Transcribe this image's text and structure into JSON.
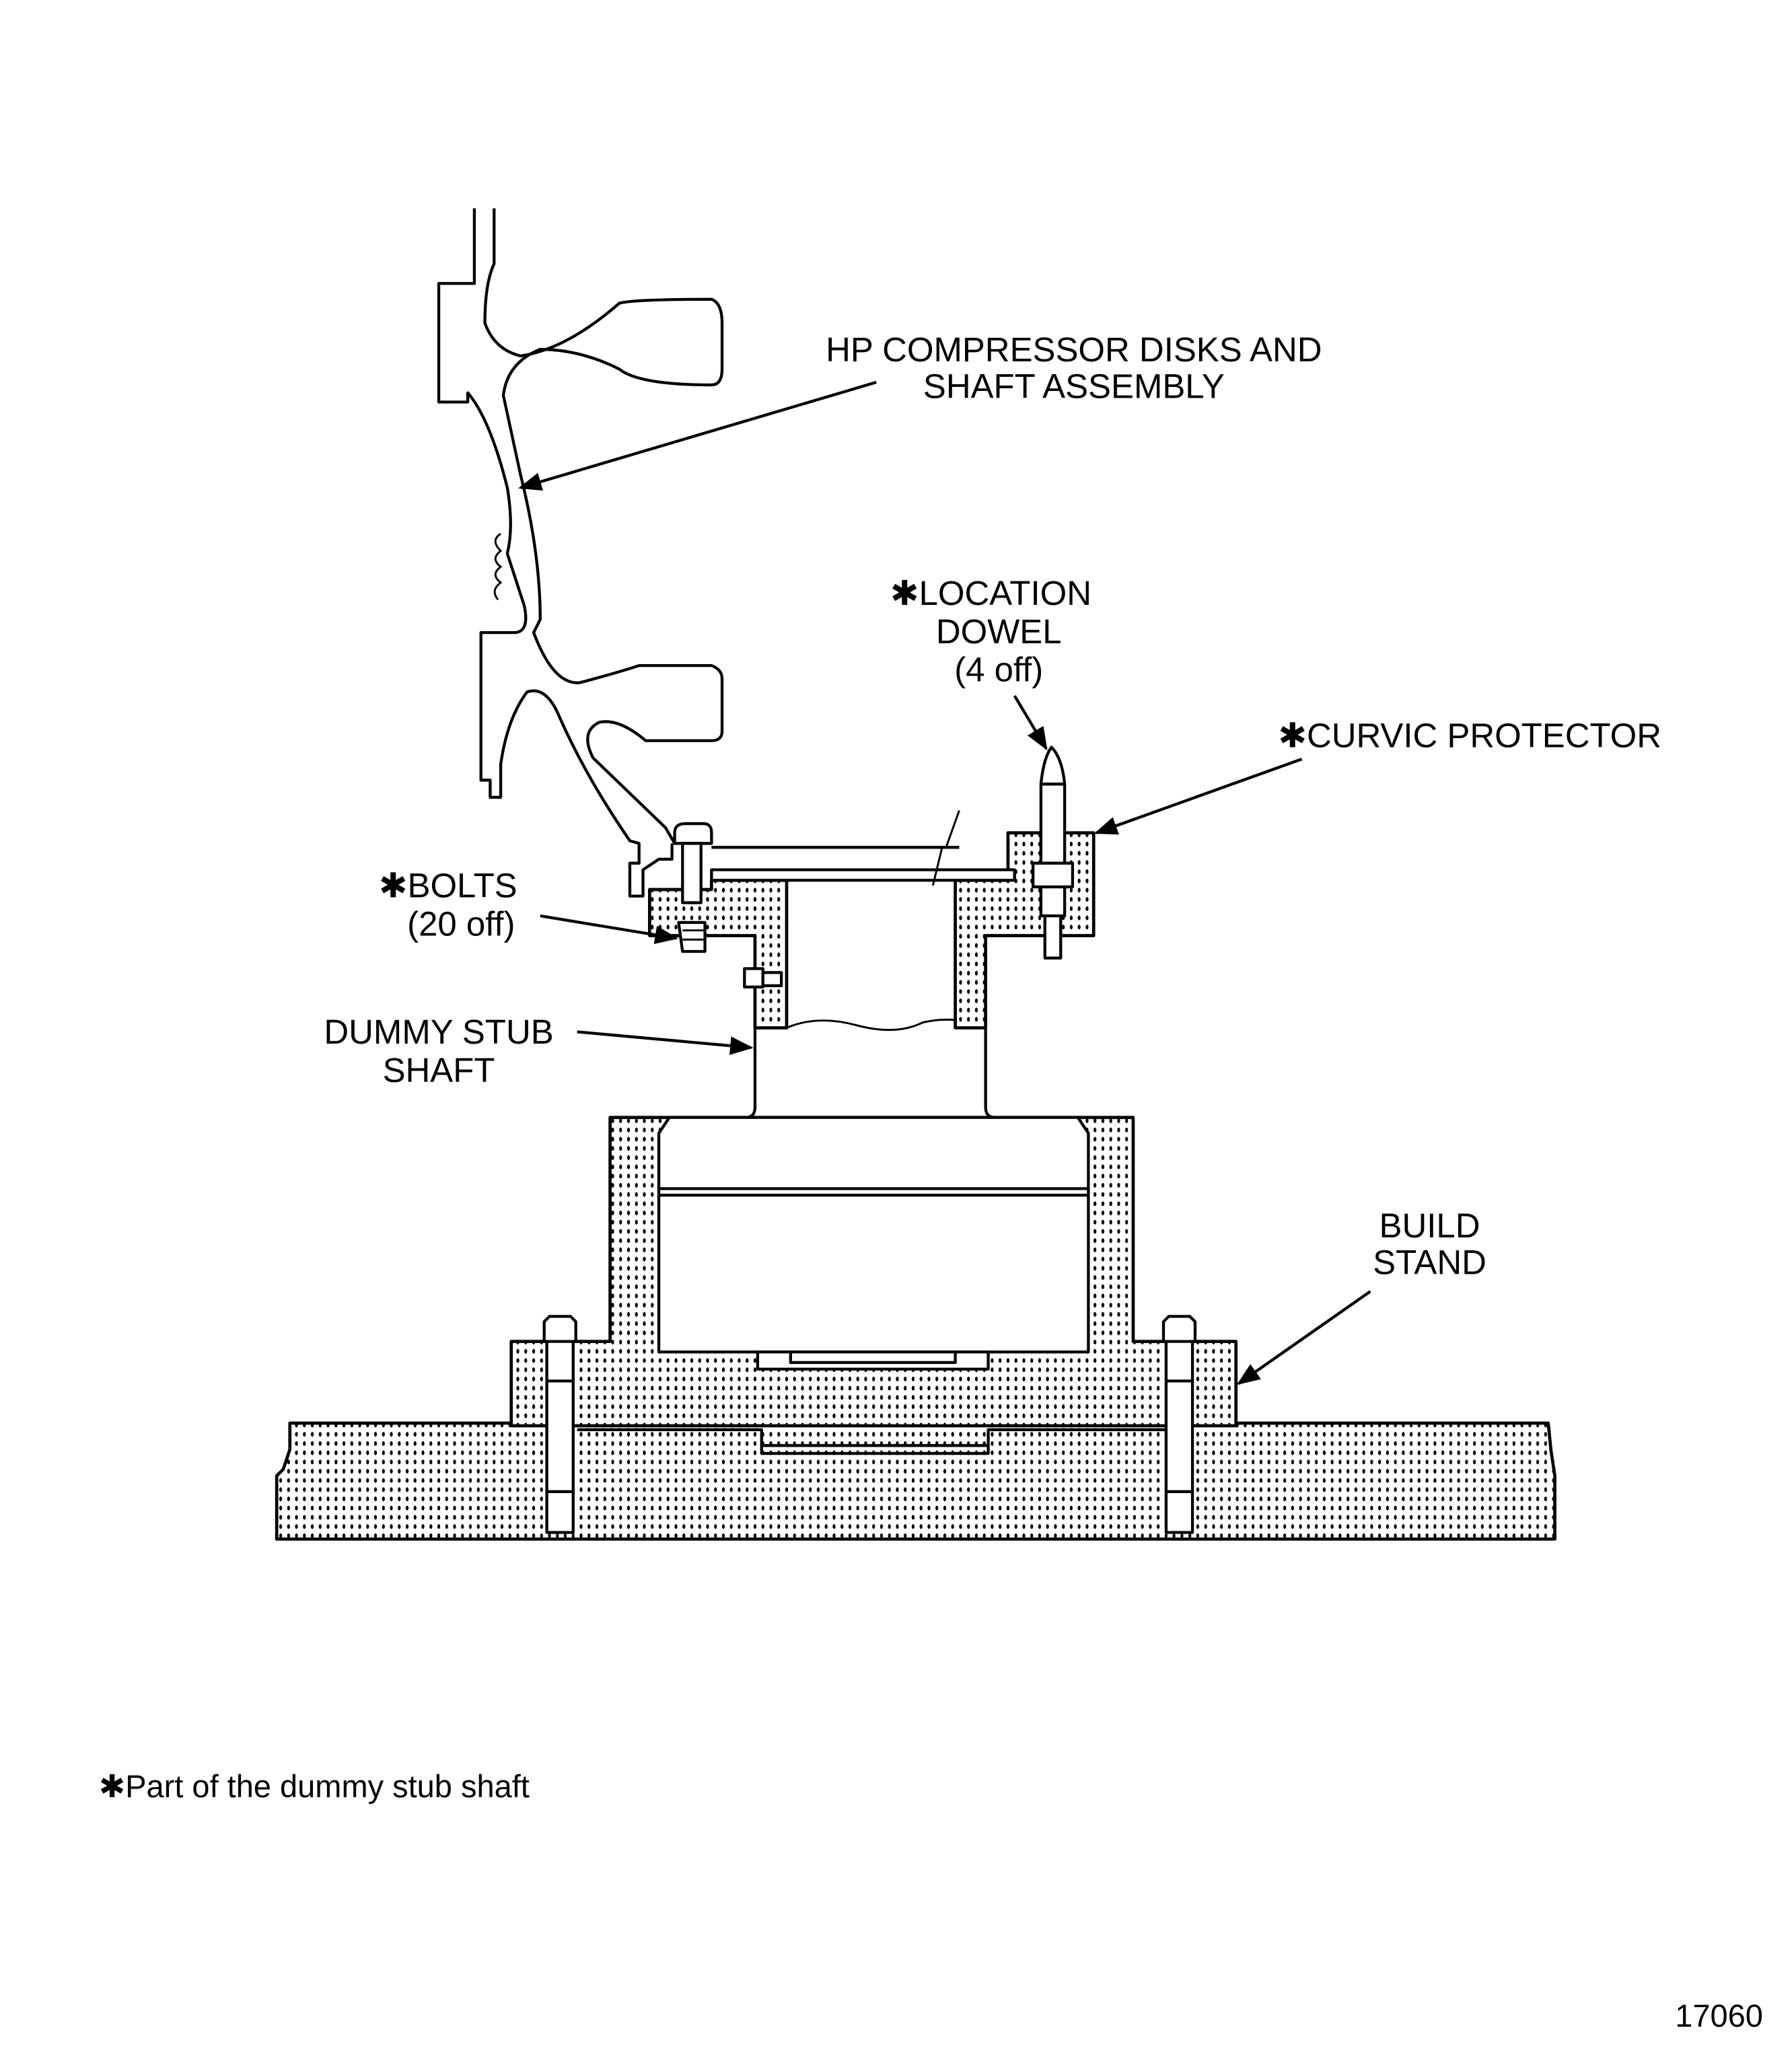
{
  "labels": {
    "hp_compressor": [
      "HP COMPRESSOR DISKS AND",
      "SHAFT ASSEMBLY"
    ],
    "location_dowel": [
      "✱LOCATION",
      "DOWEL",
      "(4 off)"
    ],
    "curvic_protector": "✱CURVIC PROTECTOR",
    "bolts": [
      "✱BOLTS",
      "(20 off)"
    ],
    "dummy_stub_shaft": [
      "DUMMY STUB",
      "SHAFT"
    ],
    "build_stand": [
      "BUILD",
      "STAND"
    ]
  },
  "footnote": "✱Part of the dummy stub shaft",
  "figure_number": "17060"
}
